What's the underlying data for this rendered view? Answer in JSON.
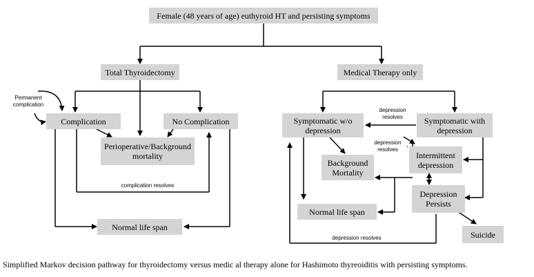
{
  "boxes": {
    "root": "Female (48 years of age) euthyroid HT and persisting symptoms",
    "total_thyroidectomy": "Total Thyroidectomy",
    "medical_therapy": "Medical Therapy only",
    "complication": "Complication",
    "no_complication": "No Complication",
    "perioperative_mortality_line1": "Perioperative/Background",
    "perioperative_mortality_line2": "mortality",
    "normal_life_span_left": "Normal life span",
    "symptomatic_wo_line1": "Symptomatic w/o",
    "symptomatic_wo_line2": "depression",
    "symptomatic_with_line1": "Symptomatic with",
    "symptomatic_with_line2": "depression",
    "background_mortality_line1": "Background",
    "background_mortality_line2": "Mortality",
    "intermittent_line1": "Intermittent",
    "intermittent_line2": "depression",
    "depression_persists_line1": "Depression",
    "depression_persists_line2": "Persists",
    "normal_life_span_right": "Normal life span",
    "suicide": "Suicide"
  },
  "labels": {
    "permanent_line1": "Permanent",
    "permanent_line2": "complication",
    "complication_resolves": "complication resolves",
    "dep_resolves_top_line1": "depression",
    "dep_resolves_top_line2": "resolves",
    "dep_resolves_mid_line1": "depression",
    "dep_resolves_mid_line2": "resolves",
    "dep_resolves_bottom": "depression resolves"
  },
  "caption": "Simplified Markov decision pathway for thyroidectomy versus medic al therapy alone for Hashimoto thyreoiditis with persisting symptoms."
}
